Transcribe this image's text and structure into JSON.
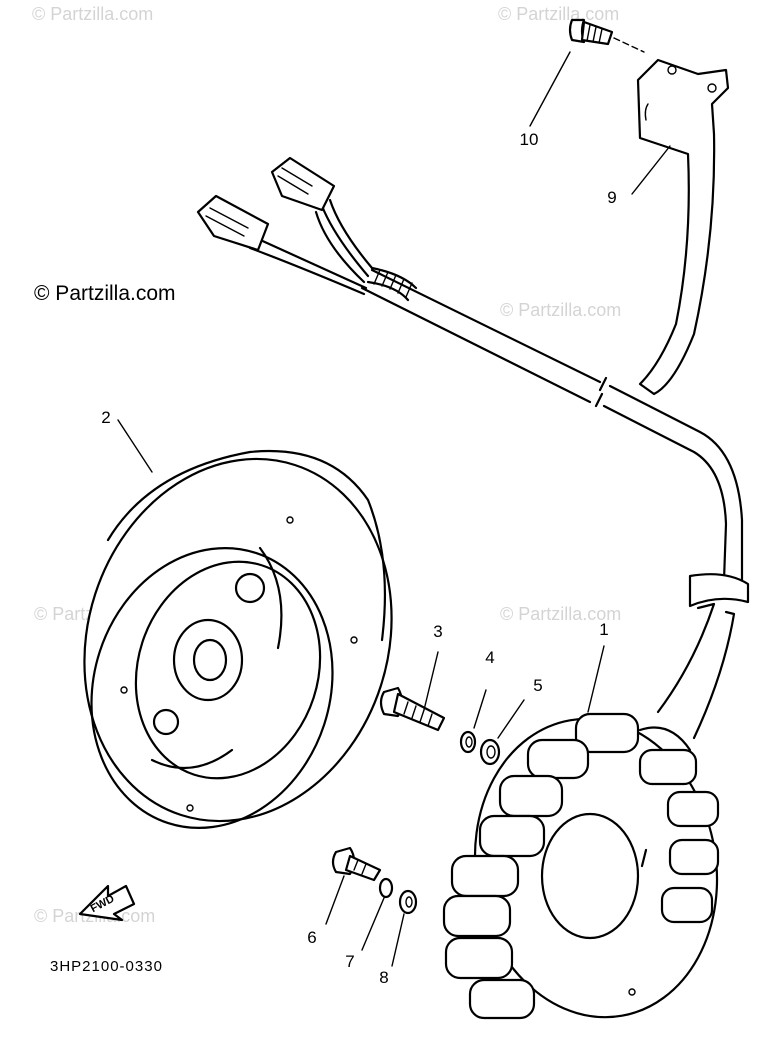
{
  "diagram": {
    "copyright": "© Partzilla.com",
    "watermark": "© Partzilla.com",
    "drawing_code": "3HP2100-0330",
    "direction_marker": "FWD",
    "callouts": [
      {
        "id": "c1",
        "label": "1"
      },
      {
        "id": "c2",
        "label": "2"
      },
      {
        "id": "c3",
        "label": "3"
      },
      {
        "id": "c4",
        "label": "4"
      },
      {
        "id": "c5",
        "label": "5"
      },
      {
        "id": "c6",
        "label": "6"
      },
      {
        "id": "c7",
        "label": "7"
      },
      {
        "id": "c8",
        "label": "8"
      },
      {
        "id": "c9",
        "label": "9"
      },
      {
        "id": "c10",
        "label": "10"
      }
    ]
  }
}
